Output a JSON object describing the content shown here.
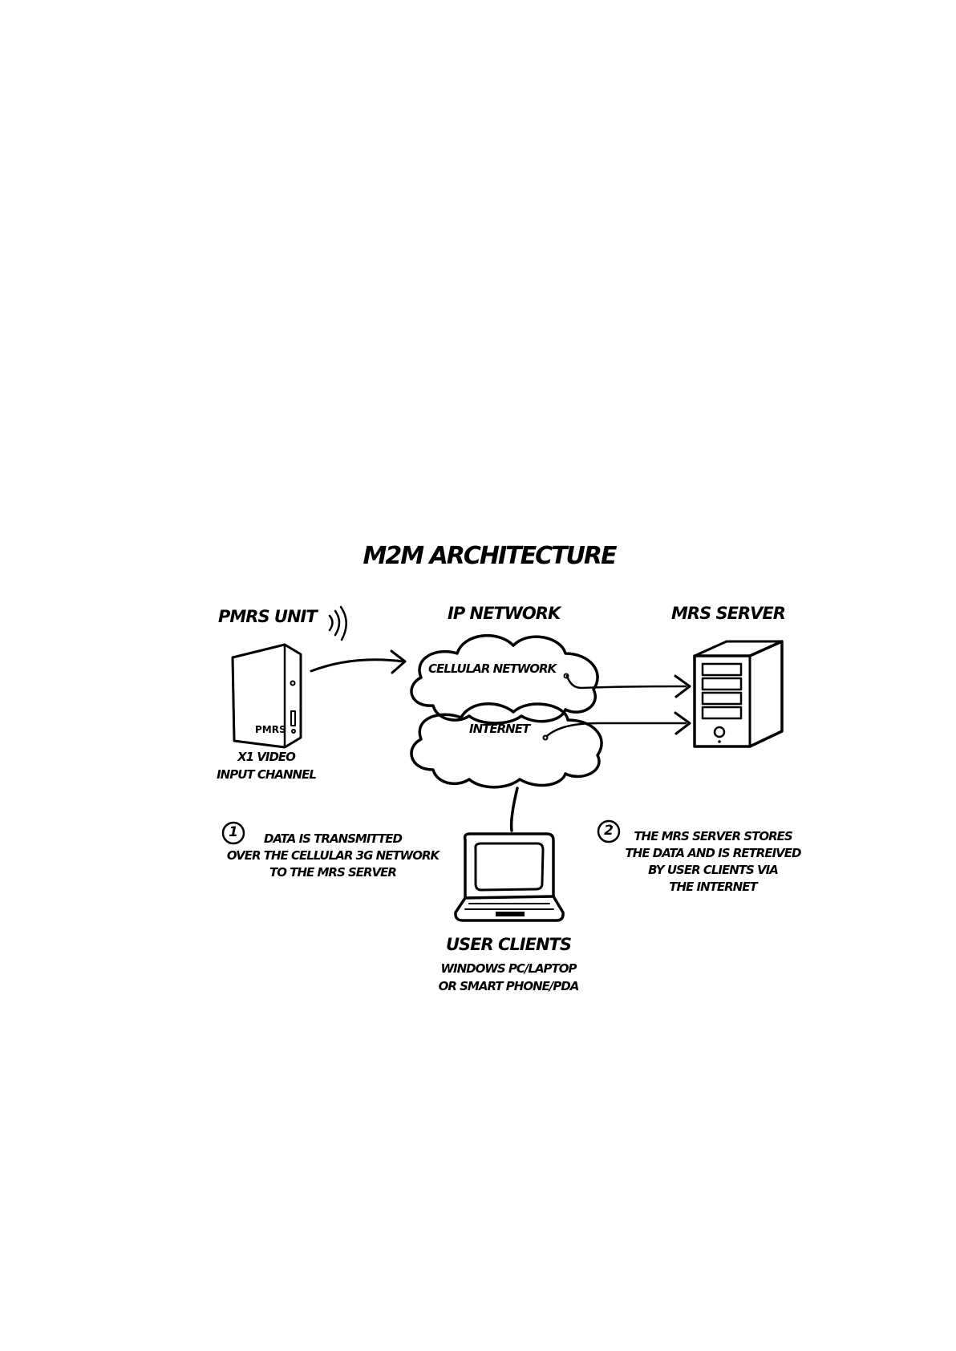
{
  "title": "M2M ARCHITECTURE",
  "nodes": {
    "pmrs_unit": {
      "heading": "PMRS UNIT",
      "device_label": "PMRS",
      "caption": [
        "x1 VIDEO",
        "INPUT CHANNEL"
      ]
    },
    "ip_network": {
      "heading": "IP NETWORK",
      "clouds": [
        "CELLULAR NETWORK",
        "INTERNET"
      ]
    },
    "mrs_server": {
      "heading": "MRS SERVER"
    },
    "user_clients": {
      "heading": "USER CLIENTS",
      "caption": [
        "WINDOWS PC/LAPTOP",
        "OR SMART PHONE/PDA"
      ]
    }
  },
  "notes": [
    {
      "number": "1",
      "lines": [
        "DATA IS TRANSMITTED",
        "OVER THE CELLULAR 3G NETWORK",
        "TO THE MRS SERVER"
      ]
    },
    {
      "number": "2",
      "lines": [
        "THE MRS SERVER STORES",
        "THE DATA AND IS RETREIVED",
        "BY USER CLIENTS VIA",
        "THE INTERNET"
      ]
    }
  ],
  "edges": [
    {
      "from": "pmrs_unit",
      "to": "ip_network"
    },
    {
      "from": "cellular_network",
      "to": "mrs_server"
    },
    {
      "from": "internet",
      "to": "mrs_server"
    },
    {
      "from": "internet",
      "to": "user_clients"
    }
  ],
  "colors": {
    "ink": "#000000",
    "background": "#ffffff"
  },
  "icons": [
    "wireless-signal-icon",
    "pmrs-device-icon",
    "cloud-icon",
    "server-tower-icon",
    "laptop-icon",
    "arrow-right-icon"
  ]
}
